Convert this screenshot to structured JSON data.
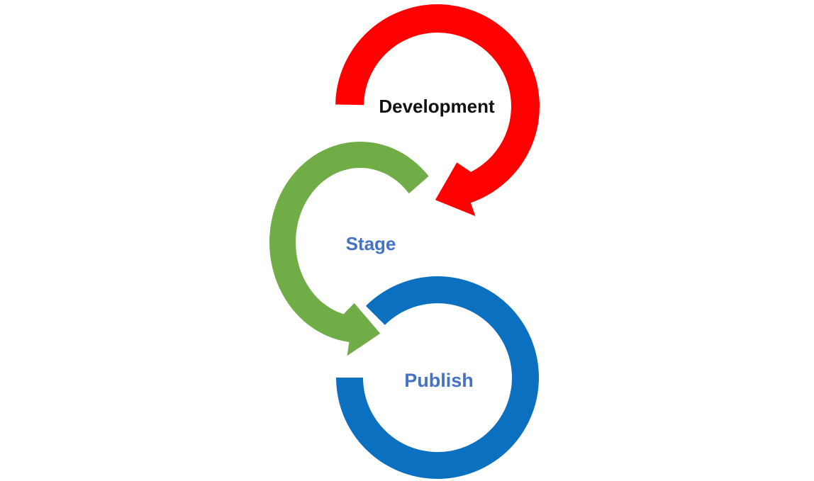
{
  "diagram": {
    "background_color": "#ffffff",
    "type": "circular-process-flow",
    "stages": [
      {
        "label": "Development",
        "label_color": "#111111",
        "arrow_color": "#ff0000",
        "arrow_shape": "circular-arrow-clockwise",
        "arrowhead": "points-down-left-into-stage"
      },
      {
        "label": "Stage",
        "label_color": "#4472c4",
        "arrow_color": "#70ad47",
        "arrow_shape": "circular-arrow-counterclockwise",
        "arrowhead": "points-right-into-publish"
      },
      {
        "label": "Publish",
        "label_color": "#4472c4",
        "arrow_color": "#0c70c0",
        "arrow_shape": "open-ring-no-arrowhead",
        "arrowhead": "none"
      }
    ]
  }
}
